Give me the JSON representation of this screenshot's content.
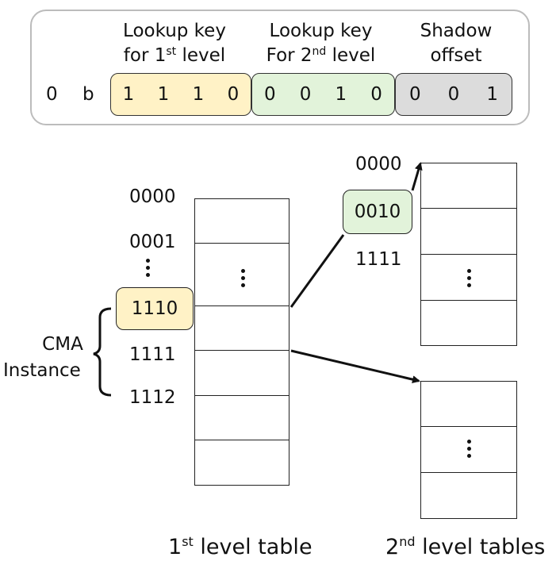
{
  "header": {
    "prefix": [
      "0",
      "b"
    ],
    "columns": [
      {
        "line1": "Lookup key",
        "line2_pre": "for 1",
        "line2_sup": "st",
        "line2_post": " level"
      },
      {
        "line1": "Lookup key",
        "line2_pre": "For 2",
        "line2_sup": "nd",
        "line2_post": " level"
      },
      {
        "line1": "Shadow",
        "line2_pre": "offset",
        "line2_sup": "",
        "line2_post": ""
      }
    ],
    "first_level_bits": [
      "1",
      "1",
      "1",
      "0"
    ],
    "second_level_bits": [
      "0",
      "0",
      "1",
      "0"
    ],
    "shadow_bits": [
      "0",
      "0",
      "1"
    ]
  },
  "first_table": {
    "row_labels": [
      "0000",
      "0001",
      "1110",
      "1111",
      "1112"
    ],
    "highlight_label": "1110",
    "bracket_label_line1": "CMA",
    "bracket_label_line2": "Instance",
    "caption_pre": "1",
    "caption_sup": "st",
    "caption_post": " level table"
  },
  "second_tables": {
    "top_labels": [
      "0000",
      "1111"
    ],
    "highlight_label": "0010",
    "caption_pre": "2",
    "caption_sup": "nd",
    "caption_post": " level tables"
  },
  "colors": {
    "first_level": "#fff2c6",
    "second_level": "#e2f3da",
    "shadow": "#dcdcdc"
  }
}
